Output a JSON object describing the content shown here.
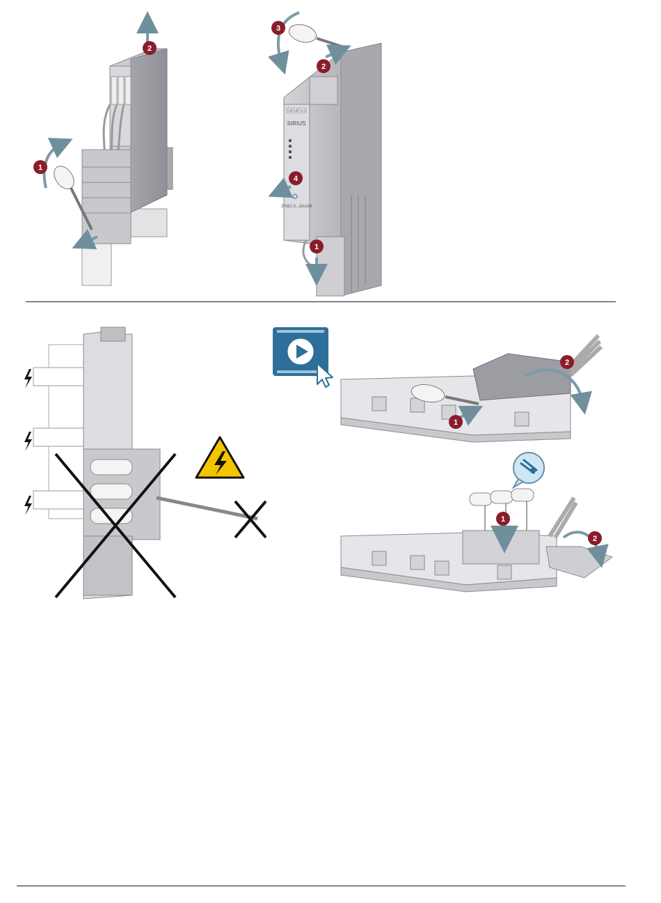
{
  "steps": {
    "panel_a": {
      "step1": "1",
      "step2": "2"
    },
    "panel_b": {
      "step1": "1",
      "step2": "2",
      "step3": "3",
      "step4": "4"
    },
    "panel_d": {
      "step1": "1",
      "step2": "2"
    },
    "panel_e": {
      "step1": "1",
      "step2": "2"
    }
  },
  "device_labels": {
    "brand": "SIEMENS",
    "product": "SIRIUS",
    "model": "3RM1 0..-3AA04"
  },
  "icons": [
    "screwdriver-icon",
    "video-play-icon",
    "cursor-arrow-icon",
    "high-voltage-warning-icon",
    "lightning-bolt-icon",
    "pliers-icon",
    "prohibited-cross-icon"
  ],
  "colors": {
    "badge": "#8a1d2a",
    "arrow": "#7a9aa8",
    "device_gray": "#c9c9cd",
    "warning_yellow": "#f5c400",
    "video_blue": "#2e6f99"
  }
}
